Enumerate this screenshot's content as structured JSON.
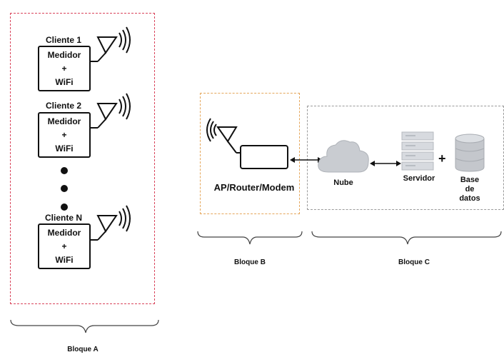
{
  "block_a": {
    "label": "Bloque A",
    "clients": [
      {
        "title": "Cliente 1",
        "line1": "Medidor",
        "line2": "+",
        "line3": "WiFi"
      },
      {
        "title": "Cliente 2",
        "line1": "Medidor",
        "line2": "+",
        "line3": "WiFi"
      },
      {
        "title": "Cliente N",
        "line1": "Medidor",
        "line2": "+",
        "line3": "WiFi"
      }
    ]
  },
  "block_b": {
    "label": "Bloque B",
    "device_label": "AP/Router/Modem"
  },
  "block_c": {
    "label": "Bloque C",
    "cloud_label": "Nube",
    "server_label": "Servidor",
    "plus": "+",
    "database_label_line1": "Base",
    "database_label_line2": "de",
    "database_label_line3": "datos"
  },
  "colors": {
    "block_a_border": "#d9435a",
    "block_b_border": "#e5a65a",
    "block_c_border": "#9a9a9a",
    "cloud": "#c9ccd1",
    "server": "#d7dadf",
    "database": "#c4c7cc"
  }
}
